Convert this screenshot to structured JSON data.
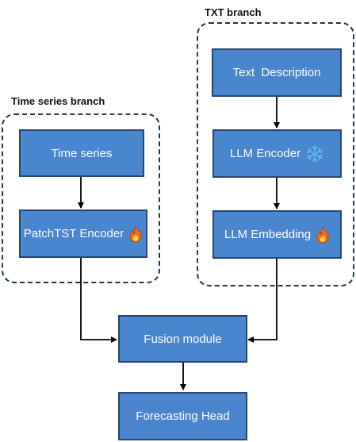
{
  "branches": {
    "time_series": {
      "label": "Time series branch"
    },
    "txt": {
      "label": "TXT branch"
    }
  },
  "boxes": {
    "time_series": {
      "label": "Time series"
    },
    "patchtst_encoder": {
      "label": "PatchTST Encoder",
      "icon": "fire-icon"
    },
    "text_description": {
      "label": "Text  Description"
    },
    "llm_encoder": {
      "label": "LLM Encoder",
      "icon": "snowflake-icon"
    },
    "llm_embedding": {
      "label": "LLM Embedding",
      "icon": "fire-icon"
    },
    "fusion_module": {
      "label": "Fusion module"
    },
    "forecasting_head": {
      "label": "Forecasting Head"
    }
  },
  "colors": {
    "box_fill": "#4a86cd",
    "box_border": "#24466f",
    "dashed_border": "#1f3550",
    "arrow": "#000000",
    "fire": "#f26b1d",
    "snowflake": "#5ab4e6"
  }
}
